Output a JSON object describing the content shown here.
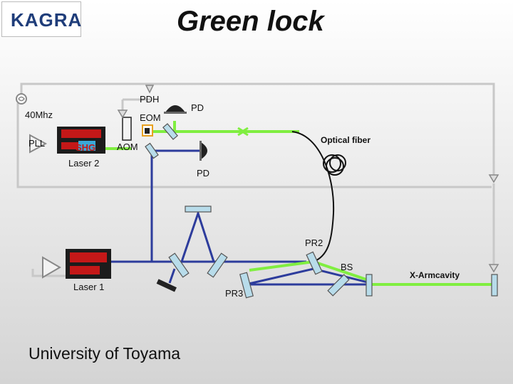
{
  "title": "Green lock",
  "logo_text": "KAGRA",
  "footer": "University of Toyama",
  "labels": {
    "pdh": "PDH",
    "pd_top": "PD",
    "freq": "40Mhz",
    "eom": "EOM",
    "pll": "PLL",
    "shg": "SHG",
    "aom": "AOM",
    "laser2": "Laser 2",
    "optical_fiber": "Optical fiber",
    "pd_mid": "PD",
    "pr2": "PR2",
    "bs": "BS",
    "x_arm": "X-Armcavity",
    "laser1": "Laser 1",
    "pr3": "PR3"
  },
  "colors": {
    "green_beam": "#80ee40",
    "blue_beam": "#2d3c9c",
    "signal_line": "#c8c8c8",
    "laser_red": "#c41818",
    "laser_dark": "#1c1c1c",
    "shg_blue": "#3aa8d8",
    "title_text": "#111111",
    "logo_blue": "#1f3d7a"
  }
}
